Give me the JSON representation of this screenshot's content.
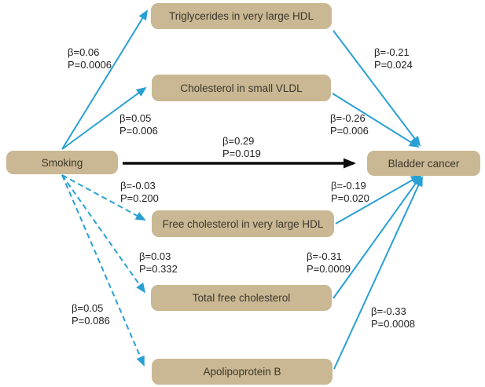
{
  "figure": {
    "exposure": "Smoking",
    "outcome": "Bladder cancer",
    "direct_effect": {
      "beta": "β=0.29",
      "p": "P=0.019",
      "line": "solid-black"
    },
    "mediators": [
      {
        "name": "Triglycerides in very large HDL",
        "path_a": {
          "beta": "β=0.06",
          "p": "P=0.0006",
          "line": "solid"
        },
        "path_b": {
          "beta": "β=-0.21",
          "p": "P=0.024",
          "line": "solid"
        }
      },
      {
        "name": "Cholesterol in small VLDL",
        "path_a": {
          "beta": "β=0.05",
          "p": "P=0.006",
          "line": "solid"
        },
        "path_b": {
          "beta": "β=-0.26",
          "p": "P=0.006",
          "line": "solid"
        }
      },
      {
        "name": "Free cholesterol in very large HDL",
        "path_a": {
          "beta": "β=-0.03",
          "p": "P=0.200",
          "line": "dashed"
        },
        "path_b": {
          "beta": "β=-0.19",
          "p": "P=0.020",
          "line": "solid"
        }
      },
      {
        "name": "Total free cholesterol",
        "path_a": {
          "beta": "β=0.03",
          "p": "P=0.332",
          "line": "dashed"
        },
        "path_b": {
          "beta": "β=-0.31",
          "p": "P=0.0009",
          "line": "solid"
        }
      },
      {
        "name": "Apolipoprotein B",
        "path_a": {
          "beta": "β=0.05",
          "p": "P=0.086",
          "line": "dashed"
        },
        "path_b": {
          "beta": "β=-0.33",
          "p": "P=0.0008",
          "line": "solid"
        }
      }
    ],
    "colors": {
      "box_fill": "#c9b893",
      "arrow_blue": "#29a0d3",
      "arrow_black": "#0d0d0d",
      "box_text": "#3c362c",
      "label_text": "#1f1f1f",
      "background": "#ffffff"
    }
  }
}
